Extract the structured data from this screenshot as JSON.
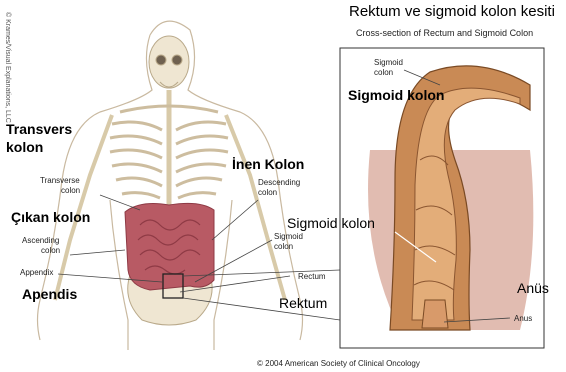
{
  "title_tr": "Rektum ve sigmoid kolon kesiti",
  "subtitle_en": "Cross-section of Rectum and Sigmoid Colon",
  "side_credit": "© Krames/Visual Explanations, LLC",
  "copyright": "© 2004 American Society of Clinical Oncology",
  "labels": {
    "transverse_tr": "Transvers kolon",
    "transverse_tr_1": "Transvers",
    "transverse_tr_2": "kolon",
    "transverse_en_1": "Transverse",
    "transverse_en_2": "colon",
    "ascending_tr": "Çıkan  kolon",
    "ascending_en_1": "Ascending",
    "ascending_en_2": "colon",
    "appendix_en": "Appendix",
    "appendix_tr": "Apendis",
    "descending_tr": "İnen Kolon",
    "descending_en_1": "Descending",
    "descending_en_2": "colon",
    "sigmoid_en_1": "Sigmoid",
    "sigmoid_en_2": "colon",
    "sigmoid_tr_mid": "Sigmoid kolon",
    "rectum_en": "Rectum",
    "rectum_tr": "Rektum",
    "inset_sigmoid_en_1": "Sigmoid",
    "inset_sigmoid_en_2": "colon",
    "inset_sigmoid_tr": "Sigmoid kolon",
    "anus_tr": "Anüs",
    "anus_en": "Anus"
  },
  "colors": {
    "bone": "#efe6d2",
    "bone_stroke": "#b9a98a",
    "skin_outline": "#c9b9a0",
    "intestine": "#b85a64",
    "intestine_dark": "#8e3a45",
    "colon_tissue": "#c98a55",
    "muscle": "#a8401f"
  }
}
